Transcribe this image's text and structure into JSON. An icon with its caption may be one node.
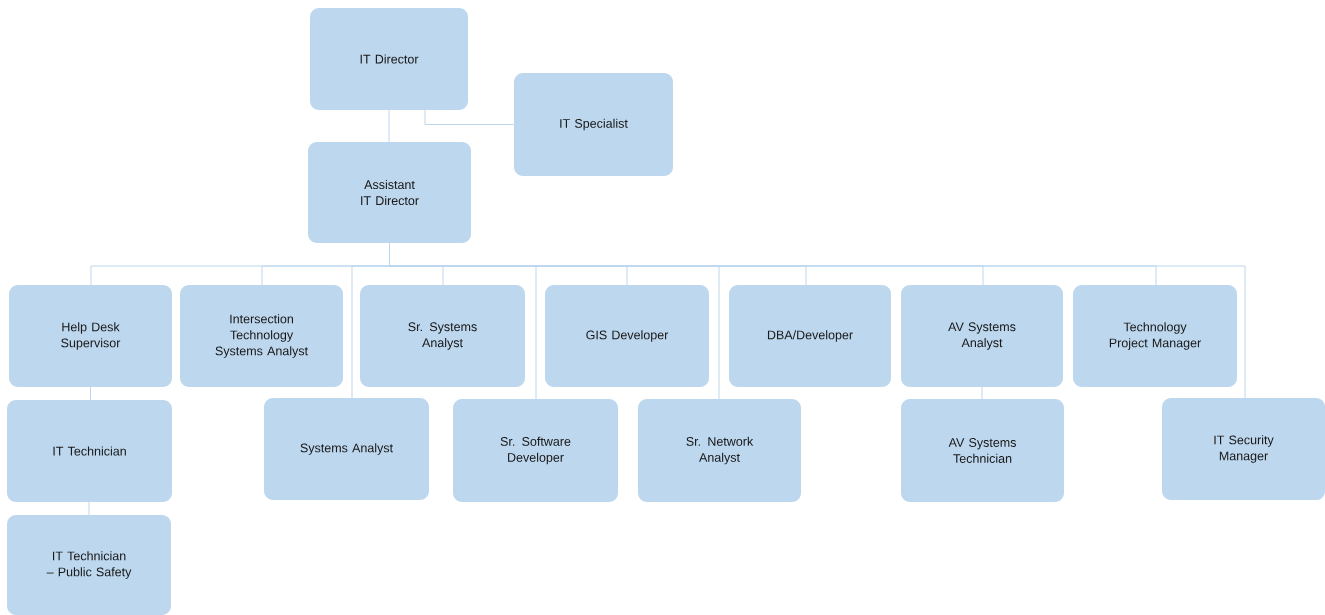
{
  "diagram": {
    "nodes": [
      {
        "text": [
          "IT Director"
        ]
      },
      {
        "text": [
          "IT Specialist"
        ]
      },
      {
        "text": [
          "Assistant IT Director"
        ]
      },
      {
        "text": [
          "Help Desk Supervisor"
        ]
      },
      {
        "text": [
          "Intersection Technology Systems Analyst"
        ]
      },
      {
        "text": [
          "Sr. Systems Analyst"
        ]
      },
      {
        "text": [
          "GIS Developer"
        ]
      },
      {
        "text": [
          "DBA/Developer"
        ]
      },
      {
        "text": [
          "AV Systems Analyst"
        ]
      },
      {
        "text": [
          "Technology Project Manager"
        ]
      },
      {
        "text": [
          "IT Technician"
        ]
      },
      {
        "text": [
          "IT Technician – Public Safety"
        ]
      },
      {
        "text": [
          "Systems Analyst"
        ]
      },
      {
        "text": [
          "Sr. Software Developer"
        ]
      },
      {
        "text": [
          "Sr. Network Analyst"
        ]
      },
      {
        "text": [
          "AV Systems Technician"
        ]
      },
      {
        "text": [
          "IT Security Manager"
        ]
      }
    ],
    "edges": [
      {
        "from": 0,
        "to": 2,
        "arrow": "none"
      },
      {
        "from": 0,
        "to": 1,
        "arrow": "none"
      },
      {
        "from": 2,
        "to": 3,
        "arrow": "none"
      },
      {
        "from": 2,
        "to": 4,
        "arrow": "none"
      },
      {
        "from": 2,
        "to": 12,
        "arrow": "none"
      },
      {
        "from": 2,
        "to": 5,
        "arrow": "none"
      },
      {
        "from": 2,
        "to": 13,
        "arrow": "none"
      },
      {
        "from": 2,
        "to": 6,
        "arrow": "none"
      },
      {
        "from": 2,
        "to": 14,
        "arrow": "none"
      },
      {
        "from": 2,
        "to": 7,
        "arrow": "none"
      },
      {
        "from": 2,
        "to": 8,
        "arrow": "none"
      },
      {
        "from": 2,
        "to": 9,
        "arrow": "none"
      },
      {
        "from": 2,
        "to": 16,
        "arrow": "none"
      },
      {
        "from": 3,
        "to": 10,
        "arrow": "none"
      },
      {
        "from": 10,
        "to": 11,
        "arrow": "none"
      },
      {
        "from": 8,
        "to": 15,
        "arrow": "none"
      }
    ]
  }
}
